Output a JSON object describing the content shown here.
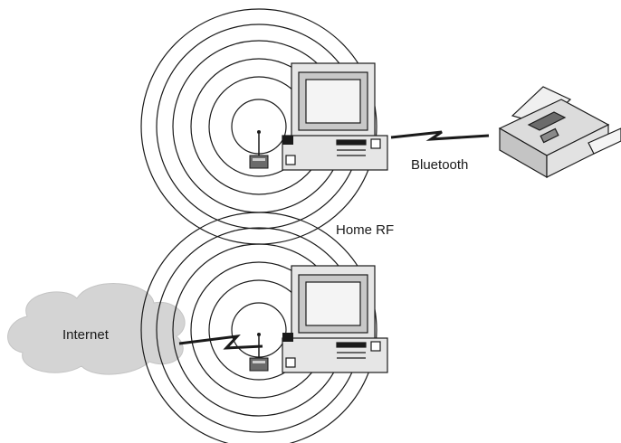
{
  "labels": {
    "bluetooth": "Bluetooth",
    "home_rf": "Home RF",
    "internet": "Internet"
  },
  "colors": {
    "line": "#1a1a1a",
    "cloud": "#d4d4d4",
    "device_fill": "#e6e6e6",
    "device_dark": "#6b6b6b"
  }
}
